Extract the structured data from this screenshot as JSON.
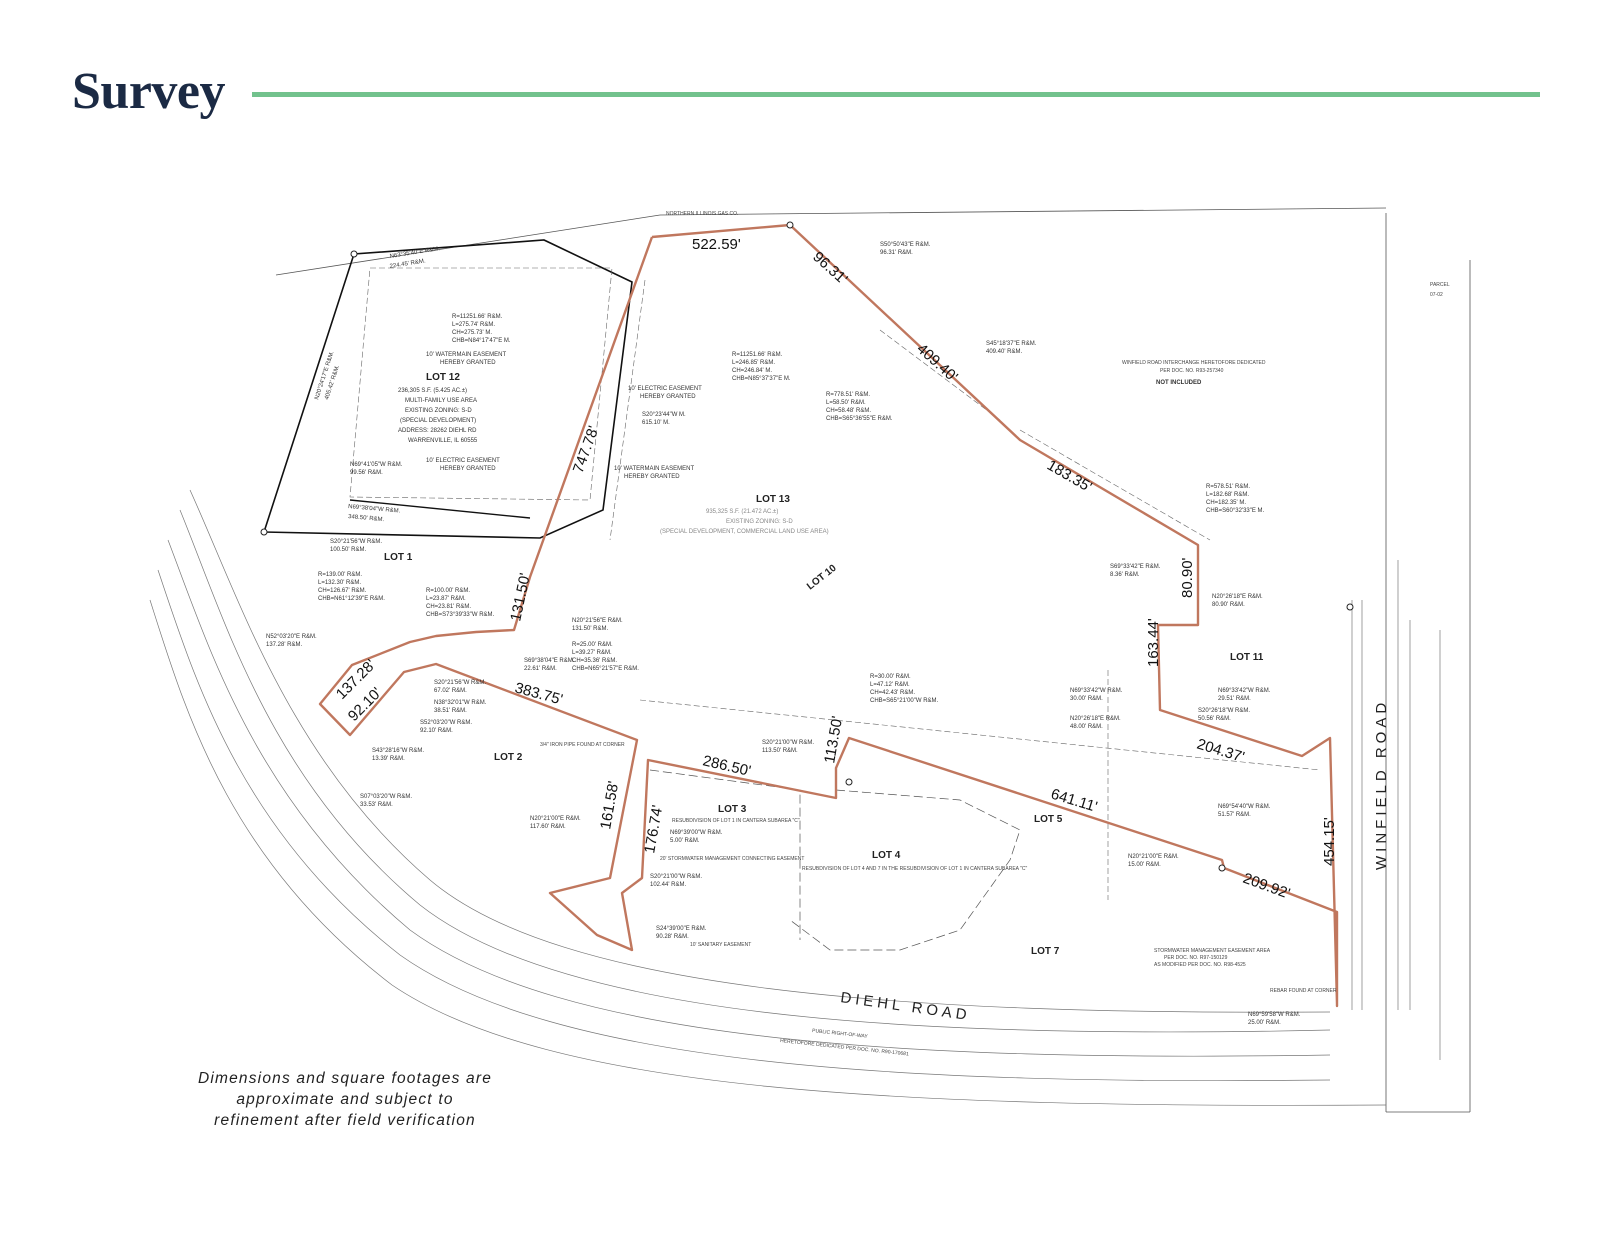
{
  "header": {
    "title": "Survey",
    "accent_color": "#72c28d",
    "title_color": "#1b2a44"
  },
  "boundary_color": "#c0775e",
  "lots": {
    "lot1": "LOT 1",
    "lot2": "LOT 2",
    "lot3": "LOT 3",
    "lot4": "LOT 4",
    "lot5": "LOT 5",
    "lot7": "LOT 7",
    "lot10": "LOT 10",
    "lot11": "LOT 11",
    "lot12": "LOT 12",
    "lot13": "LOT 13"
  },
  "lot12_info": {
    "area": "236,305 S.F. (5.425 AC.±)",
    "use": "MULTI-FAMILY USE AREA",
    "zoning": "EXISTING ZONING: S-D",
    "zoning2": "(SPECIAL DEVELOPMENT)",
    "address": "ADDRESS: 28262 DIEHL RD",
    "city": "WARRENVILLE, IL 60555"
  },
  "lot13_info": {
    "area": "935,325 S.F. (21.472 AC.±)",
    "zoning": "EXISTING ZONING: S-D",
    "zoning2": "(SPECIAL DEVELOPMENT, COMMERCIAL LAND USE AREA)"
  },
  "dimensions": {
    "d522": "522.59'",
    "d96": "96.31'",
    "d409": "409.40'",
    "d183": "183.35'",
    "d80": "80.90'",
    "d163": "163.44'",
    "d204": "204.37'",
    "d454": "454.15'",
    "d209": "209.92'",
    "d641": "641.11'",
    "d113": "113.50'",
    "d286": "286.50'",
    "d176": "176.74'",
    "d161": "161.58'",
    "d383": "383.75'",
    "d92": "92.10'",
    "d137": "137.28'",
    "d131": "131.50'",
    "d747": "747.78'"
  },
  "roads": {
    "diehl": "DIEHL ROAD",
    "winfield": "WINFIELD ROAD"
  },
  "callouts": {
    "c1": "S50°50'43\"E R&M.",
    "c1b": "96.31' R&M.",
    "c2": "S45°18'37\"E R&M.",
    "c2b": "409.40' R&M.",
    "c3": "R=11251.66' R&M.",
    "c3b": "L=275.74' R&M.",
    "c3c": "CH=275.73' M.",
    "c3d": "CHB=N84°17'47\"E M.",
    "c4": "N69°41'05\"W R&M.",
    "c4b": "99.56' R&M.",
    "c5": "S20°21'56\"W R&M.",
    "c5b": "100.50' R&M.",
    "c6": "R=139.00' R&M.",
    "c6b": "L=132.30' R&M.",
    "c6c": "CH=126.67' R&M.",
    "c6d": "CHB=N61°12'39\"E R&M.",
    "c7": "R=100.00' R&M.",
    "c7b": "L=23.87' R&M.",
    "c7c": "CH=23.81' R&M.",
    "c7d": "CHB=S73°39'33\"W R&M.",
    "c8": "N52°03'20\"E R&M.",
    "c8b": "137.28' R&M.",
    "c9": "R=578.51' R&M.",
    "c9b": "L=182.68' R&M.",
    "c9c": "CH=182.35' M.",
    "c9d": "CHB=S60°32'33\"E M.",
    "c10": "N20°26'18\"E R&M.",
    "c10b": "80.90' R&M.",
    "c11": "N69°33'42\"W R&M.",
    "c11b": "29.51' R&M.",
    "c12": "S20°26'18\"W R&M.",
    "c12b": "50.56' R&M.",
    "c13": "N69°59'58\"W R&M.",
    "c13b": "25.00' R&M.",
    "c14": "N20°21'00\"E R&M.",
    "c14b": "15.00' R&M.",
    "c15": "S20°21'00\"W R&M.",
    "c15b": "113.50' R&M.",
    "c16": "R=30.00' R&M.",
    "c16b": "L=47.12' R&M.",
    "c16c": "CH=42.43' R&M.",
    "c16d": "CHB=S65°21'00\"W R&M.",
    "c17": "N69°39'00\"W R&M.",
    "c17b": "5.00' R&M.",
    "c18": "S20°21'00\"W R&M.",
    "c18b": "102.44' R&M.",
    "c19": "S24°39'00\"E R&M.",
    "c19b": "90.28' R&M.",
    "c20": "S20°21'56\"W R&M.",
    "c20b": "67.02' R&M.",
    "c21": "N38°32'01\"W R&M.",
    "c21b": "38.51' R&M.",
    "c22": "S52°03'20\"W R&M.",
    "c22b": "92.10' R&M.",
    "c23": "S43°28'16\"W R&M.",
    "c23b": "13.39' R&M.",
    "c24": "S07°03'20\"W R&M.",
    "c24b": "33.53' R&M.",
    "c25": "N20°21'00\"E R&M.",
    "c25b": "117.60' R&M.",
    "c26": "N20°21'56\"E R&M.",
    "c26b": "131.50' R&M.",
    "c27": "R=25.00' R&M.",
    "c27b": "L=39.27' R&M.",
    "c27c": "CH=35.36' R&M.",
    "c27d": "CHB=N65°21'57\"E R&M.",
    "c28": "R=778.51' R&M.",
    "c28b": "L=58.50' R&M.",
    "c28c": "CH=58.48' R&M.",
    "c28d": "CHB=S65°36'55\"E R&M.",
    "c29": "R=11251.66' R&M.",
    "c29b": "L=246.85' R&M.",
    "c29c": "CH=246.84' M.",
    "c29d": "CHB=N85°37'37\"E M.",
    "c30": "S20°23'44\"W M.",
    "c30b": "615.10' M.",
    "c31": "S69°33'42\"E R&M.",
    "c31b": "8.36' R&M.",
    "c32": "N69°33'42\"W R&M.",
    "c32b": "30.00' R&M.",
    "c33": "N20°26'18\"E R&M.",
    "c33b": "48.00' R&M.",
    "c34": "N69°54'40\"W R&M.",
    "c34b": "51.57' R&M.",
    "c35": "S69°38'04\"E R&M.",
    "c35b": "22.61' R&M.",
    "c36": "N63°35'40\"E R&M.",
    "c36b": "224.45' R&M.",
    "c37": "N20°24'17\"E R&M.",
    "c37b": "405.42' R&M.",
    "c38": "N69°38'04\"W R&M.",
    "c38b": "348.50' R&M."
  },
  "notes": {
    "watermain": "10' WATERMAIN EASEMENT",
    "hereby": "HEREBY GRANTED",
    "electric": "10' ELECTRIC EASEMENT",
    "hereby2": "HEREBY GRANTED",
    "electric2": "10' ELECTRIC EASEMENT",
    "hereby3": "HEREBY GRANTED",
    "watermain2": "10' WATERMAIN EASEMENT",
    "hereby4": "HEREBY GRANTED",
    "not_included": "NOT INCLUDED",
    "winfield_interchange": "WINFIELD ROAD INTERCHANGE HERETOFORE DEDICATED",
    "per_doc": "PER DOC. NO. R93-257340",
    "parcel": "PARCEL",
    "parcel2": "07-02",
    "public_row": "PUBLIC RIGHT-OF-WAY",
    "heretofore": "HERETOFORE DEDICATED PER DOC. NO. R90-170681",
    "rebar_found": "REBAR FOUND AT CORNER",
    "iron_pipe": "3/4\" IRON PIPE FOUND AT CORNER",
    "stormwater": "20' STORMWATER MANAGEMENT CONNECTING EASEMENT",
    "sanitary": "10' SANITARY EASEMENT",
    "lot7_note": "STORMWATER MANAGEMENT EASEMENT AREA",
    "lot7_note2": "PER DOC. NO. R97-150129",
    "lot7_note3": "AS MODIFIED PER DOC. NO. R98-4525",
    "resub": "RESUBDIVISION OF LOT 1 IN CANTERA SUBAREA \"C\"",
    "resub4": "RESUBDIVISION OF LOT 4 AND 7 IN THE RESUBDIVISION OF LOT 1 IN CANTERA SUBAREA \"C\"",
    "ne": "NORTHERN ILLINOIS GAS CO."
  },
  "disclaimer": {
    "line1": "Dimensions and square footages are",
    "line2": "approximate and subject to",
    "line3": "refinement after field verification"
  }
}
